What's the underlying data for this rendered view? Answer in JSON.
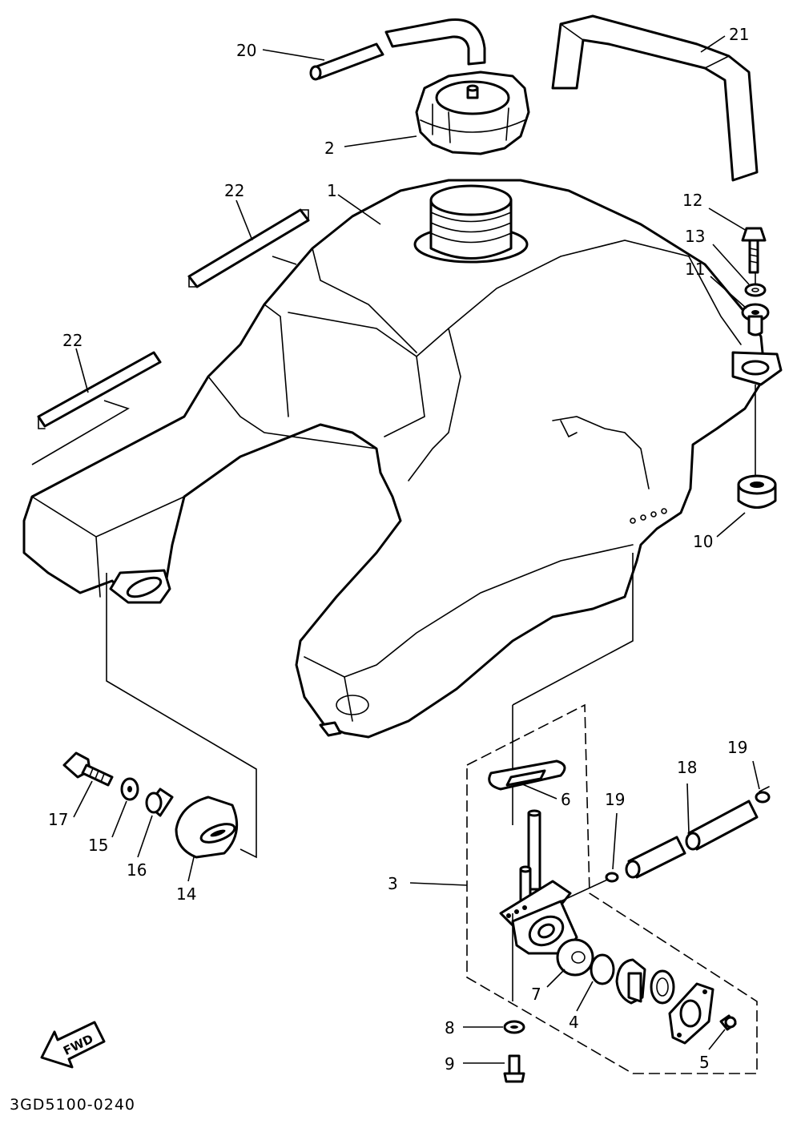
{
  "labels": {
    "p1": "1",
    "p2": "2",
    "p3": "3",
    "p4": "4",
    "p5": "5",
    "p6": "6",
    "p7": "7",
    "p8": "8",
    "p9": "9",
    "p10": "10",
    "p11": "11",
    "p12": "12",
    "p13": "13",
    "p14": "14",
    "p15": "15",
    "p16": "16",
    "p17": "17",
    "p18": "18",
    "p19a": "19",
    "p19b": "19",
    "p20": "20",
    "p21": "21",
    "p22a": "22",
    "p22b": "22"
  },
  "fwd_label": "FWD",
  "diagram_code": "3GD5100-0240"
}
